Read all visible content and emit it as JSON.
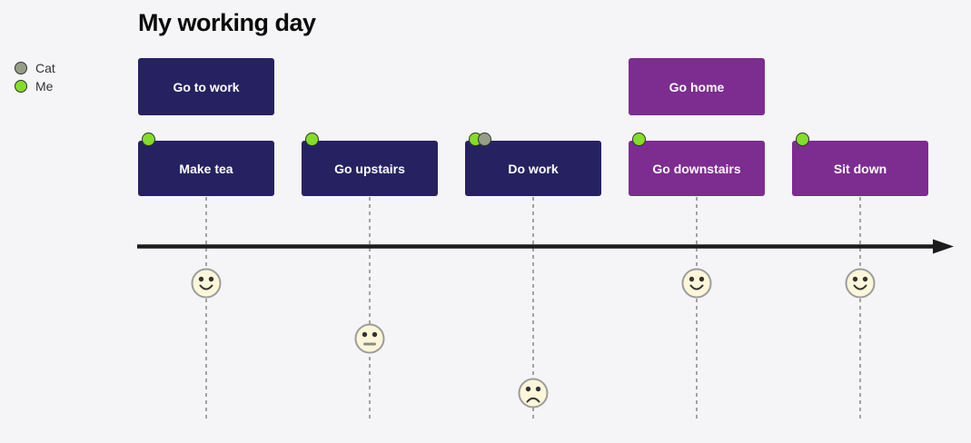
{
  "diagram": {
    "title": "My working day",
    "legend": {
      "actors": [
        {
          "name": "Cat",
          "color": "#969e87"
        },
        {
          "name": "Me",
          "color": "#83dd29"
        }
      ]
    },
    "sections": [
      {
        "label": "Go to work",
        "color": "#262261",
        "tasks": [
          {
            "label": "Make tea",
            "actors": [
              "Me"
            ],
            "mood": "happy"
          },
          {
            "label": "Go upstairs",
            "actors": [
              "Me"
            ],
            "mood": "neutral"
          },
          {
            "label": "Do work",
            "actors": [
              "Me",
              "Cat"
            ],
            "mood": "sad"
          }
        ]
      },
      {
        "label": "Go home",
        "color": "#7d2c90",
        "tasks": [
          {
            "label": "Go downstairs",
            "actors": [
              "Me"
            ],
            "mood": "happy"
          },
          {
            "label": "Sit down",
            "actors": [
              "Me"
            ],
            "mood": "happy"
          }
        ]
      }
    ],
    "colors": {
      "background": "#f5f5f7",
      "face_fill": "#fdf6d9",
      "face_stroke": "#9c9c9c",
      "guideline": "#a3a3a3",
      "axis": "#1c1c1c"
    }
  }
}
